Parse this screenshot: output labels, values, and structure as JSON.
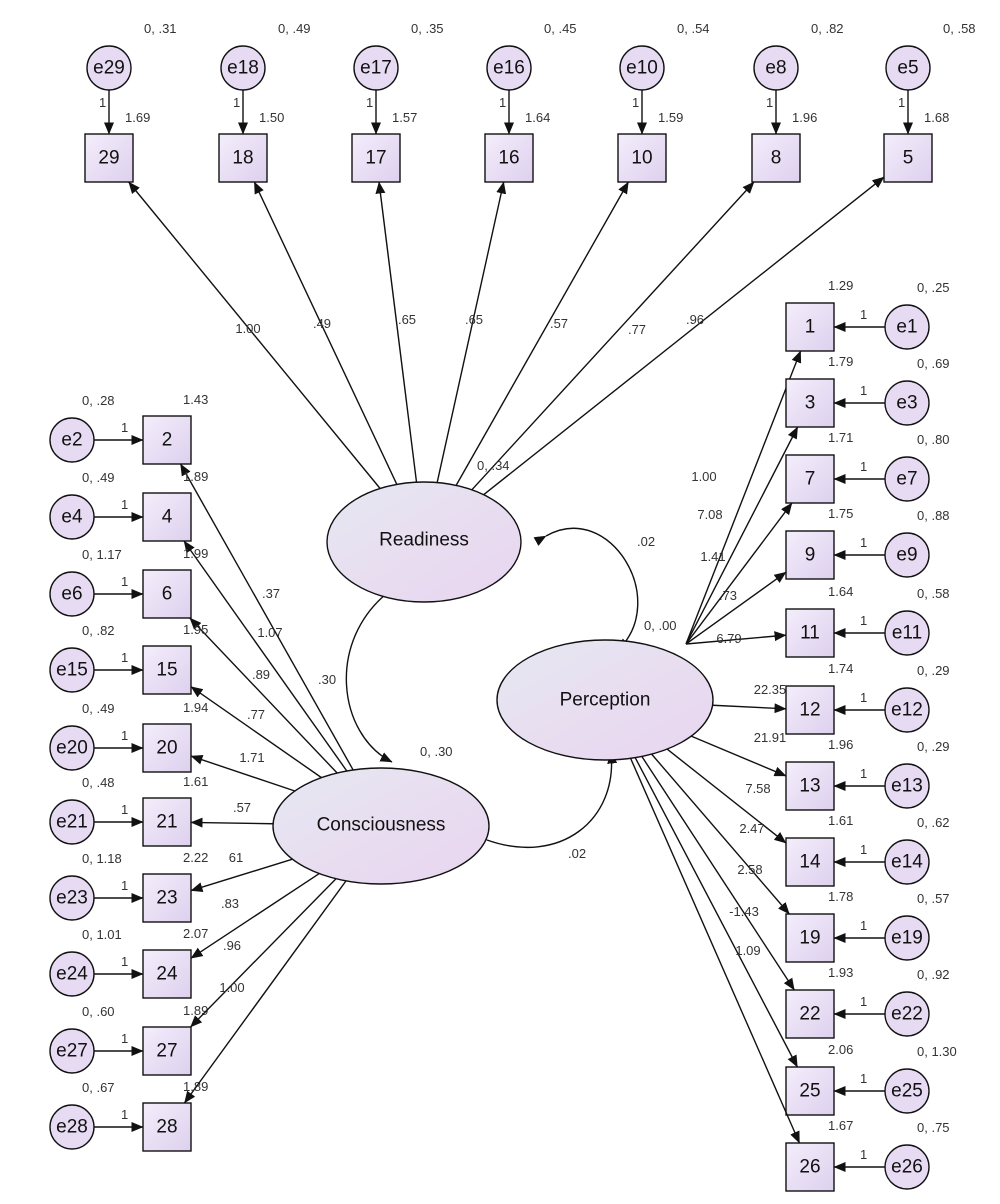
{
  "colors": {
    "box_fill_start": "#f4eefb",
    "box_fill_end": "#ddd0ee",
    "circle_fill": "#e6dbf3",
    "latent_fill_start": "#e7e8f2",
    "latent_fill_end": "#e8d4ef",
    "stroke": "#111111",
    "label": "#333333"
  },
  "latents": [
    {
      "id": "readiness",
      "label": "Readiness",
      "variance": "0, .34"
    },
    {
      "id": "consciousness",
      "label": "Consciousness",
      "variance": "0, .30"
    },
    {
      "id": "perception",
      "label": "Perception",
      "variance": "0, .00"
    }
  ],
  "covariances": [
    {
      "from": "readiness",
      "to": "consciousness",
      "value": ".30"
    },
    {
      "from": "readiness",
      "to": "perception",
      "value": ".02"
    },
    {
      "from": "consciousness",
      "to": "perception",
      "value": ".02"
    }
  ],
  "readiness_items": [
    {
      "item": "29",
      "error": "e29",
      "error_variance": "0, .31",
      "intercept": "1.69",
      "loading": "1.00",
      "fixed": "1"
    },
    {
      "item": "18",
      "error": "e18",
      "error_variance": "0, .49",
      "intercept": "1.50",
      "loading": ".49",
      "fixed": "1"
    },
    {
      "item": "17",
      "error": "e17",
      "error_variance": "0, .35",
      "intercept": "1.57",
      "loading": ".65",
      "fixed": "1"
    },
    {
      "item": "16",
      "error": "e16",
      "error_variance": "0, .45",
      "intercept": "1.64",
      "loading": ".65",
      "fixed": "1"
    },
    {
      "item": "10",
      "error": "e10",
      "error_variance": "0, .54",
      "intercept": "1.59",
      "loading": ".57",
      "fixed": "1"
    },
    {
      "item": "8",
      "error": "e8",
      "error_variance": "0, .82",
      "intercept": "1.96",
      "loading": ".77",
      "fixed": "1"
    },
    {
      "item": "5",
      "error": "e5",
      "error_variance": "0, .58",
      "intercept": "1.68",
      "loading": ".96",
      "fixed": "1"
    }
  ],
  "consciousness_items": [
    {
      "item": "2",
      "error": "e2",
      "error_variance": "0, .28",
      "intercept": "1.43",
      "loading": ".37",
      "fixed": "1"
    },
    {
      "item": "4",
      "error": "e4",
      "error_variance": "0, .49",
      "intercept": "1.89",
      "loading": "1.07",
      "fixed": "1"
    },
    {
      "item": "6",
      "error": "e6",
      "error_variance": "0, 1.17",
      "intercept": "1.99",
      "loading": ".89",
      "fixed": "1"
    },
    {
      "item": "15",
      "error": "e15",
      "error_variance": "0, .82",
      "intercept": "1.95",
      "loading": ".77",
      "fixed": "1"
    },
    {
      "item": "20",
      "error": "e20",
      "error_variance": "0, .49",
      "intercept": "1.94",
      "loading": "1.71",
      "fixed": "1"
    },
    {
      "item": "21",
      "error": "e21",
      "error_variance": "0, .48",
      "intercept": "1.61",
      "loading": ".57",
      "fixed": "1"
    },
    {
      "item": "23",
      "error": "e23",
      "error_variance": "0, 1.18",
      "intercept": "2.22",
      "loading": "61",
      "fixed": "1"
    },
    {
      "item": "24",
      "error": "e24",
      "error_variance": "0, 1.01",
      "intercept": "2.07",
      "loading": ".83",
      "fixed": "1"
    },
    {
      "item": "27",
      "error": "e27",
      "error_variance": "0, .60",
      "intercept": "1.89",
      "loading": ".96",
      "fixed": "1"
    },
    {
      "item": "28",
      "error": "e28",
      "error_variance": "0, .67",
      "intercept": "1.89",
      "loading": "1.00",
      "fixed": "1"
    }
  ],
  "perception_items": [
    {
      "item": "1",
      "error": "e1",
      "error_variance": "0, .25",
      "intercept": "1.29",
      "loading": "1.00",
      "fixed": "1"
    },
    {
      "item": "3",
      "error": "e3",
      "error_variance": "0, .69",
      "intercept": "1.79",
      "loading": "7.08",
      "fixed": "1"
    },
    {
      "item": "7",
      "error": "e7",
      "error_variance": "0, .80",
      "intercept": "1.71",
      "loading": "1.41",
      "fixed": "1"
    },
    {
      "item": "9",
      "error": "e9",
      "error_variance": "0, .88",
      "intercept": "1.75",
      "loading": ".73",
      "fixed": "1"
    },
    {
      "item": "11",
      "error": "e11",
      "error_variance": "0, .58",
      "intercept": "1.64",
      "loading": "6.79",
      "fixed": "1"
    },
    {
      "item": "12",
      "error": "e12",
      "error_variance": "0, .29",
      "intercept": "1.74",
      "loading": "22.35",
      "fixed": "1"
    },
    {
      "item": "13",
      "error": "e13",
      "error_variance": "0, .29",
      "intercept": "1.96",
      "loading": "21.91",
      "fixed": "1"
    },
    {
      "item": "14",
      "error": "e14",
      "error_variance": "0, .62",
      "intercept": "1.61",
      "loading": "7.58",
      "fixed": "1"
    },
    {
      "item": "19",
      "error": "e19",
      "error_variance": "0, .57",
      "intercept": "1.78",
      "loading": "2.47",
      "fixed": "1"
    },
    {
      "item": "22",
      "error": "e22",
      "error_variance": "0, .92",
      "intercept": "1.93",
      "loading": "2.58",
      "fixed": "1"
    },
    {
      "item": "25",
      "error": "e25",
      "error_variance": "0, 1.30",
      "intercept": "2.06",
      "loading": "-1.43",
      "fixed": "1"
    },
    {
      "item": "26",
      "error": "e26",
      "error_variance": "0, .75",
      "intercept": "1.67",
      "loading": "1.09",
      "fixed": "1"
    }
  ]
}
